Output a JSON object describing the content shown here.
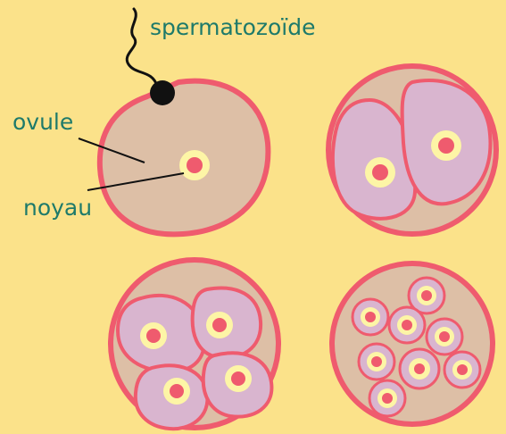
{
  "labels": {
    "spermatozoide": "spermatozoïde",
    "ovule": "ovule",
    "noyau": "noyau"
  },
  "colors": {
    "background": "#FBE28A",
    "ovule_fill": "#DDBFA6",
    "cell_fill": "#D9B5CF",
    "membrane": "#EF5B6E",
    "nucleus_ring": "#FDF5A6",
    "nucleus_center": "#EF5B6E",
    "label_text": "#1E7A6A",
    "line": "#111111"
  }
}
